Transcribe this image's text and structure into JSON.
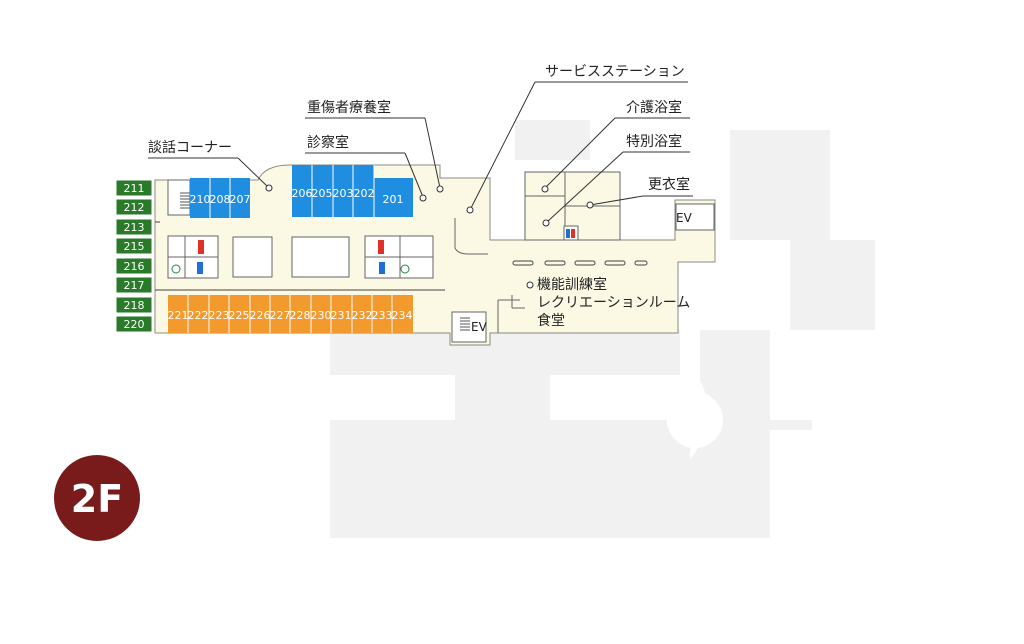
{
  "floor_badge": {
    "label": "2F",
    "color": "#7a1b1b"
  },
  "labels": {
    "service_station": "サービスステーション",
    "heavy_care": "重傷者療養室",
    "kaigo_bath": "介護浴室",
    "exam_room": "診察室",
    "special_bath": "特別浴室",
    "talk_corner": "談話コーナー",
    "changing_room": "更衣室",
    "rehab_line1": "機能訓練室",
    "rehab_line2": "レクリエーションルーム",
    "rehab_line3": "食堂",
    "ev_top": "EV",
    "ev_bottom": "EV"
  },
  "green_rooms": [
    "211",
    "212",
    "213",
    "215",
    "216",
    "217",
    "218",
    "220"
  ],
  "blue_rooms_left": [
    "210",
    "208",
    "207"
  ],
  "blue_rooms_mid": [
    "206",
    "205",
    "203",
    "202",
    "201"
  ],
  "orange_rooms": [
    "221",
    "222",
    "223",
    "225",
    "226",
    "227",
    "228",
    "230",
    "231",
    "232",
    "233",
    "234"
  ],
  "colors": {
    "green": "#2a7a2a",
    "blue": "#1f8ee0",
    "orange": "#f39a2e",
    "floor": "#fbf8e4",
    "watermark": "#f1f1f1",
    "toilet_red": "#e0302a",
    "toilet_blue": "#1f6fd8",
    "accessible_green": "#1c8a3a"
  }
}
